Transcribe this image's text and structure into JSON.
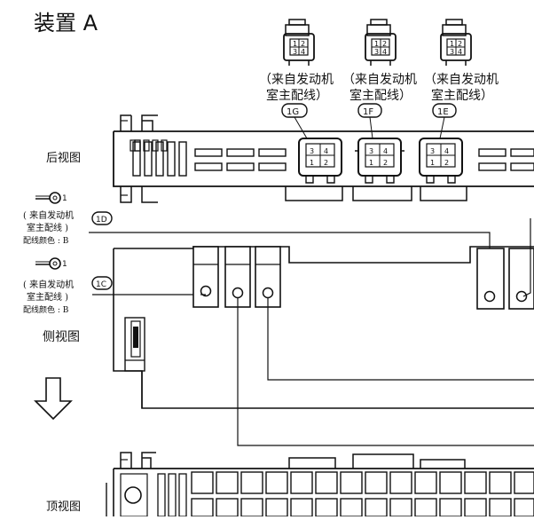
{
  "title": "装置 A",
  "connectors_top": [
    {
      "pins": [
        "1",
        "2",
        "3",
        "4"
      ],
      "source": "（来自发动机",
      "source2": "室主配线）",
      "tag": "1G"
    },
    {
      "pins": [
        "1",
        "2",
        "3",
        "4"
      ],
      "source": "（来自发动机",
      "source2": "室主配线）",
      "tag": "1F"
    },
    {
      "pins": [
        "1",
        "2",
        "3",
        "4"
      ],
      "source": "（来自发动机",
      "source2": "室主配线）",
      "tag": "1E"
    }
  ],
  "views": {
    "rear": "后视图",
    "side": "侧视图",
    "top": "顶视图"
  },
  "rear_connector_pins": [
    "3",
    "4",
    "1",
    "2"
  ],
  "terminals": [
    {
      "pin": "1",
      "tag": "1D",
      "line1": "( 来自发动机",
      "line2": "室主配线 )",
      "color": "配线颜色 : B"
    },
    {
      "pin": "1",
      "tag": "1C",
      "line1": "( 来自发动机",
      "line2": "室主配线 )",
      "color": "配线颜色 : B"
    }
  ],
  "arrow": "down-arrow-icon"
}
